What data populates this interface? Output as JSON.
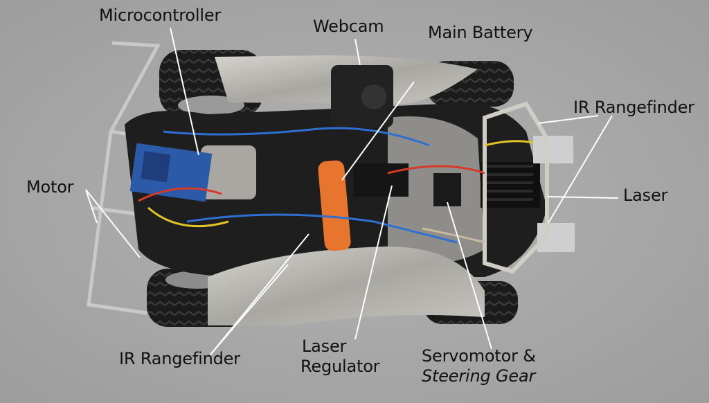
{
  "labels": {
    "microcontroller": "Microcontroller",
    "webcam": "Webcam",
    "main_battery": "Main Battery",
    "ir_rangefinder_top": "IR Rangefinder",
    "motor": "Motor",
    "laser": "Laser",
    "ir_rangefinder_bottom": "IR Rangefinder",
    "laser_regulator_line1": "Laser",
    "laser_regulator_line2": "Regulator",
    "servo_line1": "Servomotor &",
    "servo_line2": "Steering Gear"
  },
  "colors": {
    "background": "#a9a9a9",
    "wheel": "#1c1c1c",
    "sheet_metal": "#b4b2ae",
    "battery": "#e8752e",
    "pcb": "#2a5aa8",
    "leader_line": "#ffffff"
  }
}
